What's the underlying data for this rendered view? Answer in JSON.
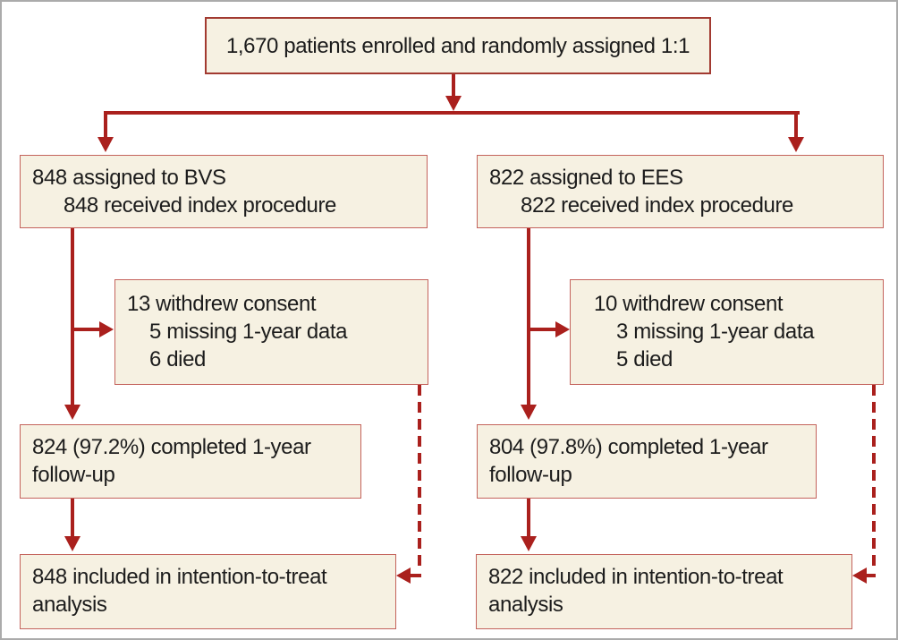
{
  "diagram": {
    "enrollment": {
      "text": "1,670 patients enrolled and randomly assigned 1:1"
    },
    "bvs": {
      "assigned_line1": "848 assigned to BVS",
      "assigned_line2": "848 received index procedure",
      "withdrawn_line1": "13 withdrew consent",
      "withdrawn_line2": "5 missing 1-year data",
      "withdrawn_line3": "6 died",
      "followup": "824 (97.2%) completed 1-year follow-up",
      "itt": "848 included in intention-to-treat analysis"
    },
    "ees": {
      "assigned_line1": "822 assigned to EES",
      "assigned_line2": "822 received index procedure",
      "withdrawn_line1": "10 withdrew consent",
      "withdrawn_line2": "3 missing 1-year data",
      "withdrawn_line3": "5 died",
      "followup": "804 (97.8%) completed 1-year follow-up",
      "itt": "822 included in intention-to-treat analysis"
    },
    "colors": {
      "arrow_red": "#aa201d",
      "box_border": "#c4635c",
      "top_box_border": "#a23a31",
      "box_fill": "#f6f1e2",
      "frame_border": "#ababab",
      "text": "#1c1c1c"
    }
  }
}
